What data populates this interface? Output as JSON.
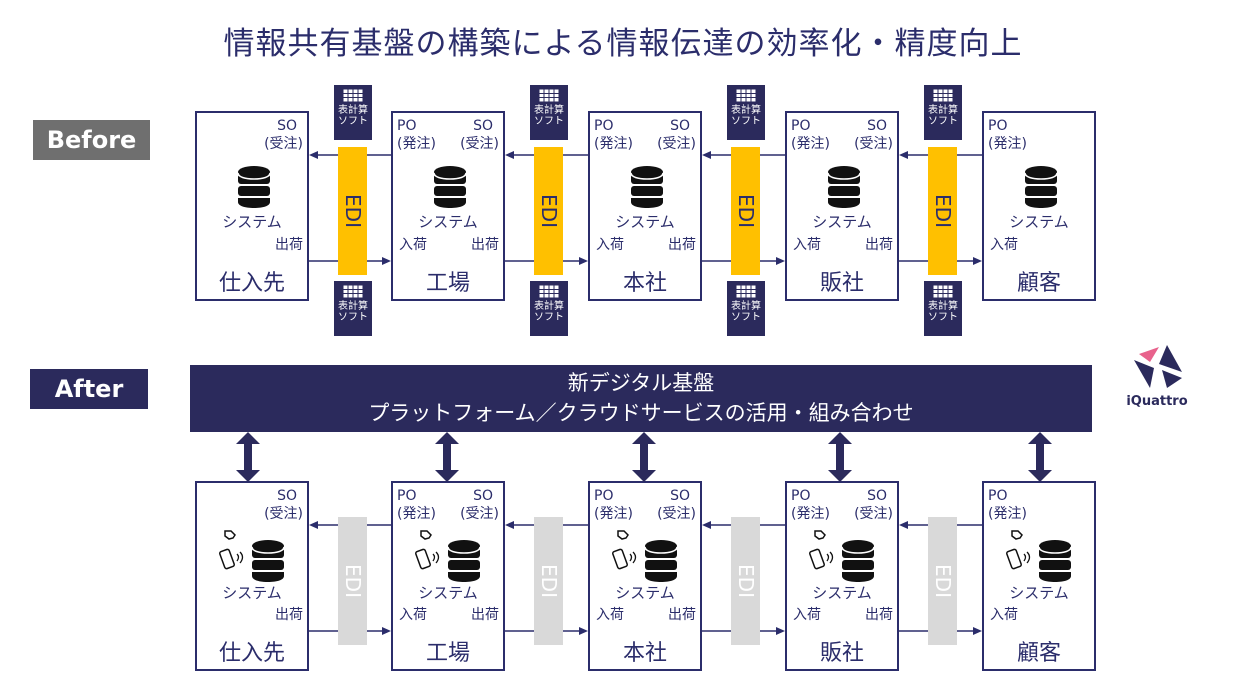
{
  "title": "情報共有基盤の構築による情報伝達の効率化・精度向上",
  "before_label": "Before",
  "after_label": "After",
  "platform": {
    "line1": "新デジタル基盤",
    "line2": "プラットフォーム／クラウドサービスの活用・組み合わせ"
  },
  "logo": "iQuattro",
  "edi_label": "EDI",
  "spreadsheet_label": [
    "表計算",
    "ソフト"
  ],
  "system_label": "システム",
  "receive_label": "入荷",
  "ship_label": "出荷",
  "po_label": [
    "PO",
    "(発注)"
  ],
  "so_label": [
    "SO",
    "(受注)"
  ],
  "entities": [
    {
      "name": "仕入先",
      "po": false,
      "so": true,
      "in": false,
      "out": true
    },
    {
      "name": "工場",
      "po": true,
      "so": true,
      "in": true,
      "out": true
    },
    {
      "name": "本社",
      "po": true,
      "so": true,
      "in": true,
      "out": true
    },
    {
      "name": "販社",
      "po": true,
      "so": true,
      "in": true,
      "out": true
    },
    {
      "name": "顧客",
      "po": true,
      "so": false,
      "in": true,
      "out": false
    }
  ],
  "colors": {
    "navy": "#2b2a5c",
    "edi_before": "#ffc000",
    "edi_after": "#d9d9d9",
    "before_label_bg": "#6f6f6f",
    "logo_pink": "#e8628c"
  }
}
